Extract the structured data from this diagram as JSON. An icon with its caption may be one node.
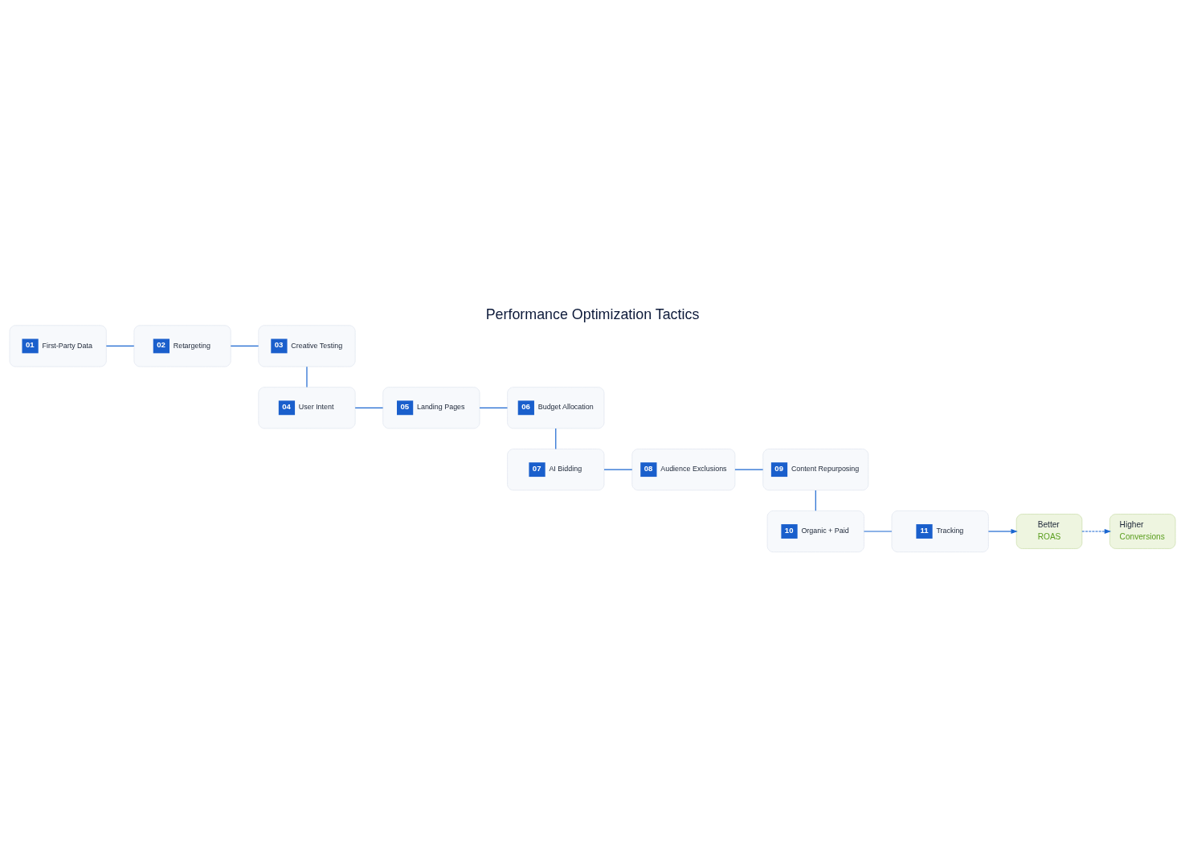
{
  "diagram": {
    "title": "Performance Optimization Tactics",
    "nodes": [
      {
        "text": [
          "01",
          "First-Party Data"
        ]
      },
      {
        "text": [
          "02",
          "Retargeting"
        ]
      },
      {
        "text": [
          "03",
          "Creative Testing"
        ]
      },
      {
        "text": [
          "04",
          "User Intent"
        ]
      },
      {
        "text": [
          "05",
          "Landing Pages"
        ]
      },
      {
        "text": [
          "06",
          "Budget Allocation"
        ]
      },
      {
        "text": [
          "07",
          "AI Bidding"
        ]
      },
      {
        "text": [
          "08",
          "Audience Exclusions"
        ]
      },
      {
        "text": [
          "09",
          "Content Repurposing"
        ]
      },
      {
        "text": [
          "10",
          "Organic + Paid"
        ]
      },
      {
        "text": [
          "11",
          "Tracking"
        ]
      },
      {
        "text": [
          "Better",
          "ROAS"
        ]
      },
      {
        "text": [
          "Higher",
          "Conversions"
        ]
      }
    ],
    "edges": [
      {
        "from": 0,
        "to": 1,
        "arrow": "none"
      },
      {
        "from": 1,
        "to": 2,
        "arrow": "none"
      },
      {
        "from": 2,
        "to": 3,
        "arrow": "none"
      },
      {
        "from": 3,
        "to": 4,
        "arrow": "none"
      },
      {
        "from": 4,
        "to": 5,
        "arrow": "none"
      },
      {
        "from": 5,
        "to": 6,
        "arrow": "none"
      },
      {
        "from": 6,
        "to": 7,
        "arrow": "none"
      },
      {
        "from": 7,
        "to": 8,
        "arrow": "none"
      },
      {
        "from": 8,
        "to": 9,
        "arrow": "none"
      },
      {
        "from": 9,
        "to": 10,
        "arrow": "none"
      },
      {
        "from": 10,
        "to": 11,
        "arrow": "to"
      },
      {
        "from": 11,
        "to": 12,
        "arrow": "to",
        "style": "dashed"
      }
    ]
  }
}
